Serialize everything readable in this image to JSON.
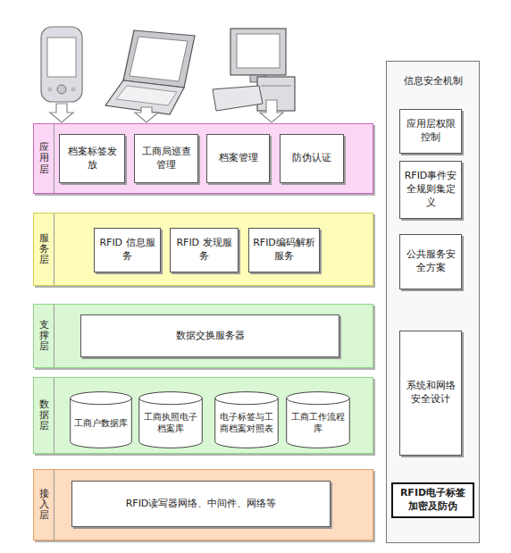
{
  "diagram": {
    "nodes": [
      {
        "text": [
          "应用层"
        ]
      },
      {
        "text": [
          "档案标签发放"
        ],
        "in": 0
      },
      {
        "text": [
          "工商局巡查管理"
        ],
        "in": 0
      },
      {
        "text": [
          "档案管理"
        ],
        "in": 0
      },
      {
        "text": [
          "防伪认证"
        ],
        "in": 0
      },
      {
        "text": [
          "服务层"
        ]
      },
      {
        "text": [
          "RFID 信息服务"
        ],
        "in": 5
      },
      {
        "text": [
          "RFID 发现服务"
        ],
        "in": 5
      },
      {
        "text": [
          "RFID编码解析服务"
        ],
        "in": 5
      },
      {
        "text": [
          "支撑层"
        ]
      },
      {
        "text": [
          "数据交换服务器"
        ],
        "in": 9
      },
      {
        "text": [
          "数据层"
        ]
      },
      {
        "text": [
          "工商户数据库"
        ],
        "in": 11
      },
      {
        "text": [
          "工商执照电子档案库"
        ],
        "in": 11
      },
      {
        "text": [
          "电子标签与工商档案对照表"
        ],
        "in": 11
      },
      {
        "text": [
          "工商工作流程库"
        ],
        "in": 11
      },
      {
        "text": [
          "接入层"
        ]
      },
      {
        "text": [
          "RFID读写器网络、中间件、网络等"
        ],
        "in": 16
      },
      {
        "text": [
          "信息安全机制"
        ]
      },
      {
        "text": [
          "应用层权限控制"
        ],
        "in": 18
      },
      {
        "text": [
          "RFID事件安全规则集定义"
        ],
        "in": 18
      },
      {
        "text": [
          "公共服务安全方案"
        ],
        "in": 18
      },
      {
        "text": [
          "系统和网络安全设计"
        ],
        "in": 18
      },
      {
        "text": [
          "RFID电子标签加密及防伪"
        ],
        "in": 18
      }
    ]
  }
}
